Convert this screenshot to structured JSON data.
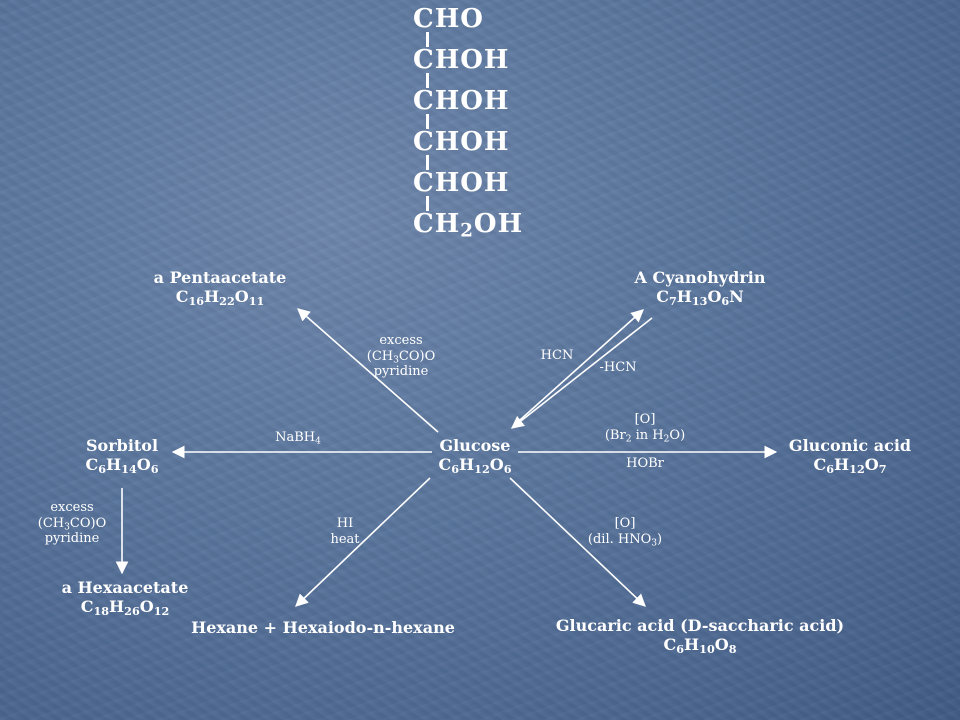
{
  "structure": {
    "groups": [
      "CHO",
      "CHOH",
      "CHOH",
      "CHOH",
      "CHOH"
    ],
    "last": {
      "a": "CH",
      "sub": "2",
      "b": "OH"
    }
  },
  "center": {
    "name": "Glucose",
    "formula": [
      {
        "t": "C"
      },
      {
        "s": "6"
      },
      {
        "t": "H"
      },
      {
        "s": "12"
      },
      {
        "t": "O"
      },
      {
        "s": "6"
      }
    ]
  },
  "products": {
    "pentaacetate": {
      "name": "a Pentaacetate",
      "formula": [
        {
          "t": "C"
        },
        {
          "s": "16"
        },
        {
          "t": "H"
        },
        {
          "s": "22"
        },
        {
          "t": "O"
        },
        {
          "s": "11"
        }
      ]
    },
    "cyanohydrin": {
      "name": "A Cyanohydrin",
      "formula": [
        {
          "t": "C"
        },
        {
          "s": "7"
        },
        {
          "t": "H"
        },
        {
          "s": "13"
        },
        {
          "t": "O"
        },
        {
          "s": "6"
        },
        {
          "t": "N"
        }
      ]
    },
    "sorbitol": {
      "name": "Sorbitol",
      "formula": [
        {
          "t": "C"
        },
        {
          "s": "6"
        },
        {
          "t": "H"
        },
        {
          "s": "14"
        },
        {
          "t": "O"
        },
        {
          "s": "6"
        }
      ]
    },
    "gluconic": {
      "name": "Gluconic acid",
      "formula": [
        {
          "t": "C"
        },
        {
          "s": "6"
        },
        {
          "t": "H"
        },
        {
          "s": "12"
        },
        {
          "t": "O"
        },
        {
          "s": "7"
        }
      ]
    },
    "hexaacetate": {
      "name": "a Hexaacetate",
      "formula": [
        {
          "t": "C"
        },
        {
          "s": "18"
        },
        {
          "t": "H"
        },
        {
          "s": "26"
        },
        {
          "t": "O"
        },
        {
          "s": "12"
        }
      ]
    },
    "hexane": {
      "name": "Hexane + Hexaiodo-n-hexane"
    },
    "glucaric": {
      "name": "Glucaric acid (D-saccharic acid)",
      "formula": [
        {
          "t": "C"
        },
        {
          "s": "6"
        },
        {
          "t": "H"
        },
        {
          "s": "10"
        },
        {
          "t": "O"
        },
        {
          "s": "8"
        }
      ]
    }
  },
  "reagents": {
    "pentaacetate": [
      [
        {
          "t": "excess"
        }
      ],
      [
        {
          "t": "(CH"
        },
        {
          "s": "3"
        },
        {
          "t": "CO)O"
        }
      ],
      [
        {
          "t": "pyridine"
        }
      ]
    ],
    "hcn": [
      [
        {
          "t": "HCN"
        }
      ]
    ],
    "minus_hcn": [
      [
        {
          "t": "-HCN"
        }
      ]
    ],
    "nabh4": [
      [
        {
          "t": "NaBH"
        },
        {
          "s": "4"
        }
      ]
    ],
    "gluconic_top": [
      [
        {
          "t": "[O]"
        }
      ],
      [
        {
          "t": "(Br"
        },
        {
          "s": "2"
        },
        {
          "t": " in H"
        },
        {
          "s": "2"
        },
        {
          "t": "O)"
        }
      ]
    ],
    "gluconic_bottom": [
      [
        {
          "t": "HOBr"
        }
      ]
    ],
    "hexaacetate": [
      [
        {
          "t": "excess"
        }
      ],
      [
        {
          "t": "(CH"
        },
        {
          "s": "3"
        },
        {
          "t": "CO)O"
        }
      ],
      [
        {
          "t": "pyridine"
        }
      ]
    ],
    "hi": [
      [
        {
          "t": "HI"
        }
      ],
      [
        {
          "t": "heat"
        }
      ]
    ],
    "glucaric": [
      [
        {
          "t": "[O]"
        }
      ],
      [
        {
          "t": "(dil. HNO"
        },
        {
          "s": "3"
        },
        {
          "t": ")"
        }
      ]
    ]
  }
}
